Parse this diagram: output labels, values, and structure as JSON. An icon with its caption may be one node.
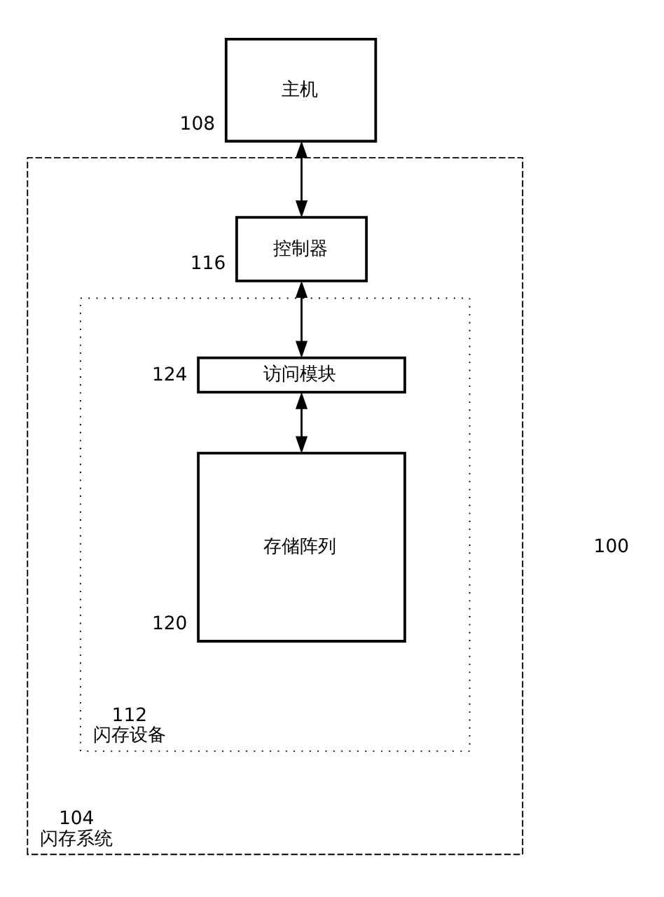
{
  "diagram": {
    "nodes": [
      {
        "text": [
          "闪存系统"
        ],
        "beside": [
          "104"
        ]
      },
      {
        "text": [
          "闪存设备"
        ],
        "beside": [
          "112"
        ],
        "in": 0
      },
      {
        "text": [
          "存储阵列"
        ],
        "beside": [
          "120"
        ],
        "in": 1
      },
      {
        "text": [
          "访问模块"
        ],
        "beside": [
          "124"
        ],
        "in": 1
      },
      {
        "text": [
          "控制器"
        ],
        "beside": [
          "116"
        ],
        "in": 0
      },
      {
        "text": [
          "主机"
        ],
        "beside": [
          "108"
        ]
      }
    ],
    "edges": [
      {
        "from": 2,
        "to": 3,
        "arrow": "both"
      },
      {
        "from": 3,
        "to": 4,
        "arrow": "both"
      },
      {
        "from": 4,
        "to": 5,
        "arrow": "both"
      }
    ],
    "labels": [
      "100"
    ]
  }
}
